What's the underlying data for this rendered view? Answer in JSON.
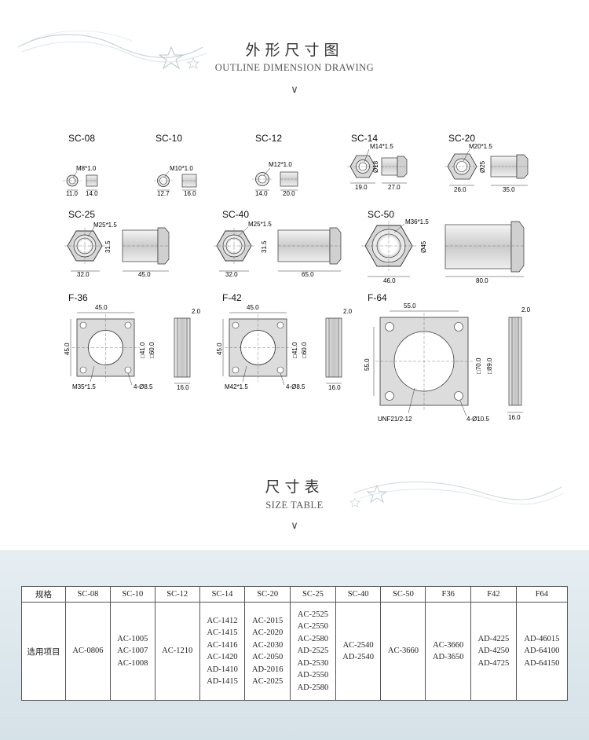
{
  "section1": {
    "title_zh": "外形尺寸图",
    "title_en": "OUTLINE DIMENSION DRAWING",
    "chevron": "∨"
  },
  "section2": {
    "title_zh": "尺寸表",
    "title_en": "SIZE TABLE",
    "chevron": "∨"
  },
  "drawings": {
    "sc08": {
      "name": "SC-08",
      "thread": "M8*1.0",
      "d1": "11.0",
      "d2": "14.0"
    },
    "sc10": {
      "name": "SC-10",
      "thread": "M10*1.0",
      "d1": "12.7",
      "d2": "16.0"
    },
    "sc12": {
      "name": "SC-12",
      "thread": "M12*1.0",
      "d1": "14.0",
      "d2": "20.0"
    },
    "sc14": {
      "name": "SC-14",
      "thread": "M14*1.5",
      "dia": "Ø18",
      "d1": "19.0",
      "d2": "27.0"
    },
    "sc20": {
      "name": "SC-20",
      "thread": "M20*1.5",
      "dia": "Ø25",
      "d1": "26.0",
      "d2": "35.0"
    },
    "sc25": {
      "name": "SC-25",
      "thread": "M25*1.5",
      "h": "31.5",
      "d1": "32.0",
      "d2": "45.0"
    },
    "sc40": {
      "name": "SC-40",
      "thread": "M25*1.5",
      "h": "31.5",
      "d1": "32.0",
      "d2": "65.0"
    },
    "sc50": {
      "name": "SC-50",
      "thread": "M36*1.5",
      "dia": "Ø45",
      "d1": "46.0",
      "d2": "80.0"
    },
    "f36": {
      "name": "F-36",
      "w": "45.0",
      "h": "45.0",
      "in": "□41.0",
      "out": "□60.0",
      "thread": "M35*1.5",
      "holes": "4-Ø8.5",
      "t": "2.0",
      "depth": "16.0"
    },
    "f42": {
      "name": "F-42",
      "w": "45.0",
      "h": "45.0",
      "in": "□41.0",
      "out": "□60.0",
      "thread": "M42*1.5",
      "holes": "4-Ø8.5",
      "t": "2.0",
      "depth": "16.0"
    },
    "f64": {
      "name": "F-64",
      "w": "55.0",
      "h": "55.0",
      "in": "□70.0",
      "out": "□89.0",
      "thread": "UNF21/2-12",
      "holes": "4-Ø10.5",
      "t": "2.0",
      "depth": "16.0"
    }
  },
  "size_table": {
    "row_header": "规格",
    "row_label": "选用项目",
    "columns": [
      {
        "spec": "SC-08",
        "items": [
          "AC-0806"
        ]
      },
      {
        "spec": "SC-10",
        "items": [
          "AC-1005",
          "AC-1007",
          "AC-1008"
        ]
      },
      {
        "spec": "SC-12",
        "items": [
          "AC-1210"
        ]
      },
      {
        "spec": "SC-14",
        "items": [
          "AC-1412",
          "AC-1415",
          "AC-1416",
          "AC-1420",
          "AD-1410",
          "AD-1415"
        ]
      },
      {
        "spec": "SC-20",
        "items": [
          "AC-2015",
          "AC-2020",
          "AC-2030",
          "AC-2050",
          "AD-2016",
          "AC-2025"
        ]
      },
      {
        "spec": "SC-25",
        "items": [
          "AC-2525",
          "AC-2550",
          "AC-2580",
          "AD-2525",
          "AD-2530",
          "AD-2550",
          "AD-2580"
        ]
      },
      {
        "spec": "SC-40",
        "items": [
          "AC-2540",
          "AD-2540"
        ]
      },
      {
        "spec": "SC-50",
        "items": [
          "AC-3660"
        ]
      },
      {
        "spec": "F36",
        "items": [
          "AC-3660",
          "AD-3650"
        ]
      },
      {
        "spec": "F42",
        "items": [
          "AD-4225",
          "AD-4250",
          "AD-4725"
        ]
      },
      {
        "spec": "F64",
        "items": [
          "AD-46015",
          "AD-64100",
          "AD-64150"
        ]
      }
    ]
  }
}
